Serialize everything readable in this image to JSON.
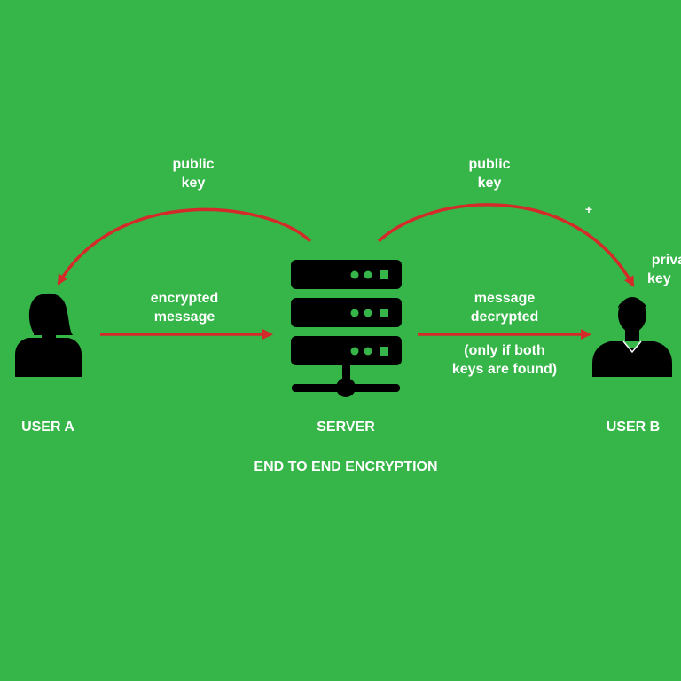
{
  "diagram": {
    "title": "END TO END ENCRYPTION",
    "nodes": {
      "user_a": {
        "label": "USER A",
        "icon": "female-user-icon"
      },
      "server": {
        "label": "SERVER",
        "icon": "server-icon"
      },
      "user_b": {
        "label": "USER B",
        "icon": "male-user-icon"
      }
    },
    "edges": {
      "public_key_left": {
        "line1": "public",
        "line2": "key"
      },
      "public_key_right": {
        "line1": "public",
        "line2": "key"
      },
      "private_key": {
        "plus": "+",
        "line1": "private",
        "line2": "key"
      },
      "encrypted_message": {
        "line1": "encrypted",
        "line2": "message"
      },
      "message_decrypted": {
        "line1": "message",
        "line2": "decrypted"
      },
      "condition": {
        "line1": "(only if both",
        "line2": "keys are found)"
      }
    },
    "colors": {
      "background": "#36b548",
      "arrow": "#d42a2a",
      "icon": "#000000",
      "server_light": "#36b548",
      "text": "#ffffff"
    }
  }
}
